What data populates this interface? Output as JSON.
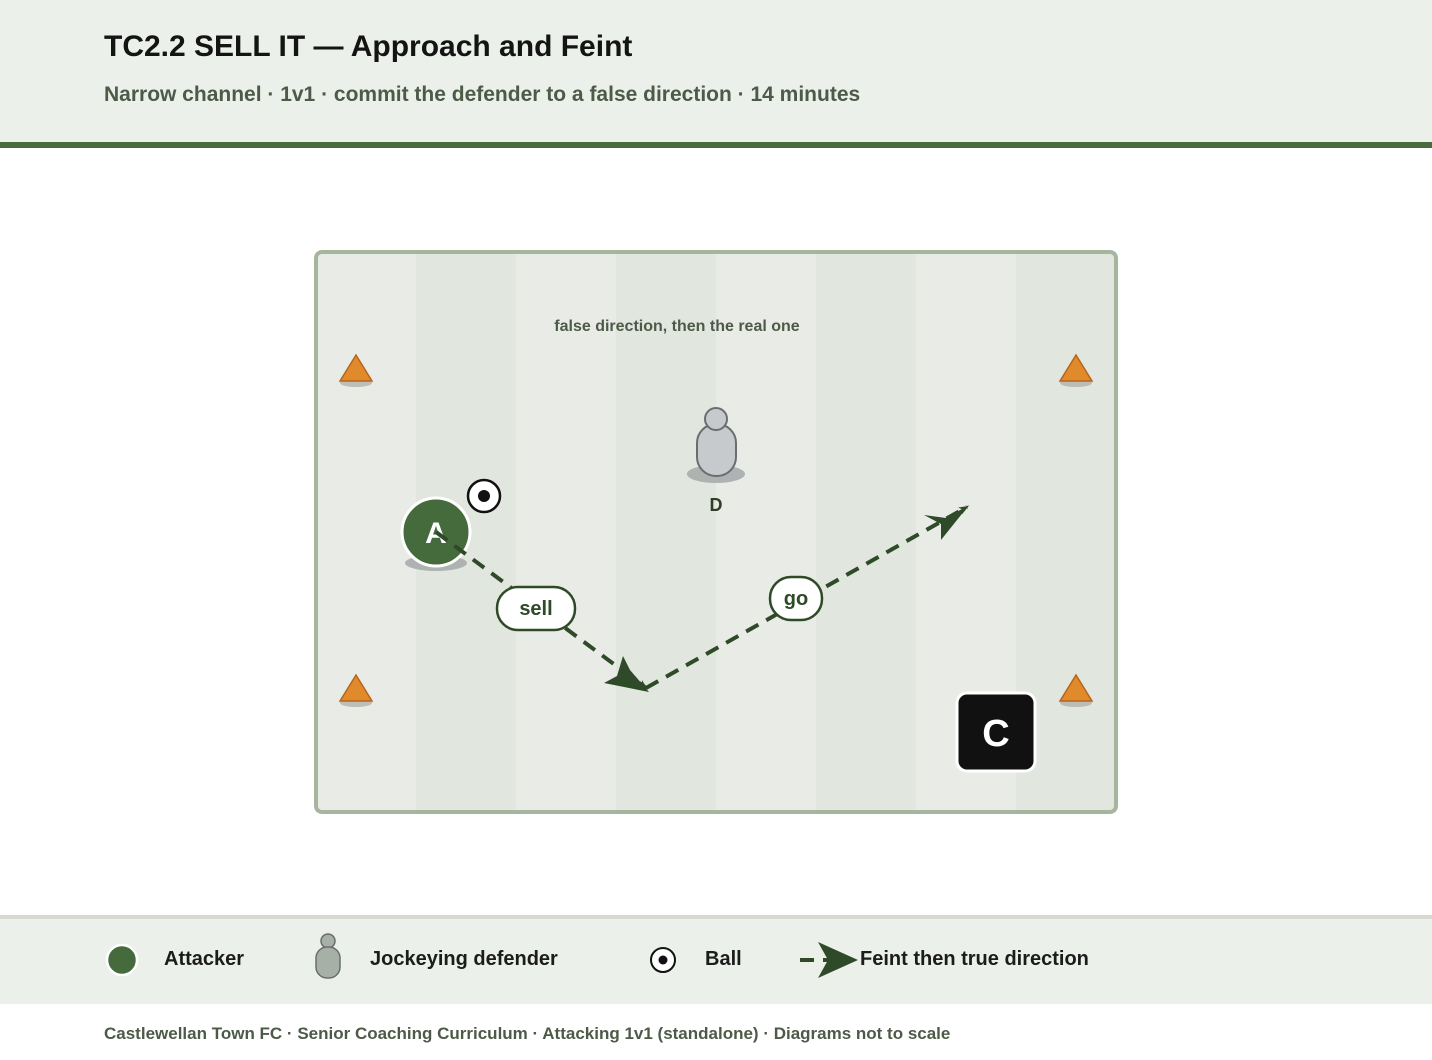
{
  "header": {
    "title": "TC2.2 SELL IT — Approach and Feint",
    "subtitle": "Narrow channel · 1v1 · commit the defender to a false direction · 14 minutes"
  },
  "diagram": {
    "annotation": "false direction, then the real one",
    "attacker_label": "A",
    "defender_label": "D",
    "coach_label": "C",
    "sell_label": "sell",
    "go_label": "go"
  },
  "legend": {
    "attacker": "Attacker",
    "defender": "Jockeying defender",
    "ball": "Ball",
    "run": "Feint then true direction"
  },
  "footer": {
    "text": "Castlewellan Town FC · Senior Coaching Curriculum · Attacking 1v1 (standalone) · Diagrams not to scale"
  },
  "colors": {
    "attacker": "#456b3c",
    "defender": "#c7cacd",
    "cone": "#e08a2c",
    "arrow": "#2f4a28",
    "coach": "#111111"
  }
}
